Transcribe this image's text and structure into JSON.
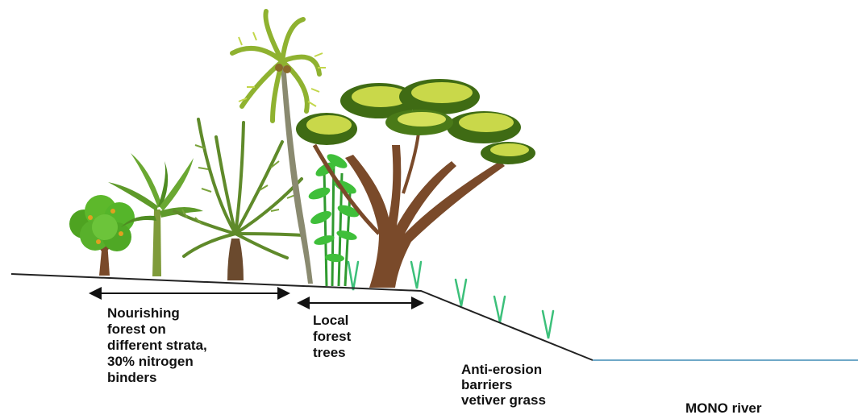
{
  "labels": {
    "nourishing_forest": "Nourishing\nforest on\ndifferent strata,\n30% nitrogen\nbinders",
    "local_forest": "Local\nforest\ntrees",
    "anti_erosion": "Anti-erosion\nbarriers\nvetiver grass",
    "river": "MONO river"
  },
  "colors": {
    "ground_line": "#222222",
    "river_line": "#6fa8c8",
    "grass": "#3cc07a",
    "trunk": "#7a4a2a",
    "canopy_dark": "#3f6b14",
    "canopy_light": "#c9d84a",
    "palm_green": "#6e9a2c",
    "bamboo": "#37b53a",
    "fruit_tree": "#55b52a"
  },
  "icons": [
    "fruit-tree-icon",
    "banana-plant-icon",
    "oil-palm-icon",
    "coconut-palm-icon",
    "bamboo-icon",
    "acacia-tree-icon",
    "vetiver-grass-icon"
  ]
}
